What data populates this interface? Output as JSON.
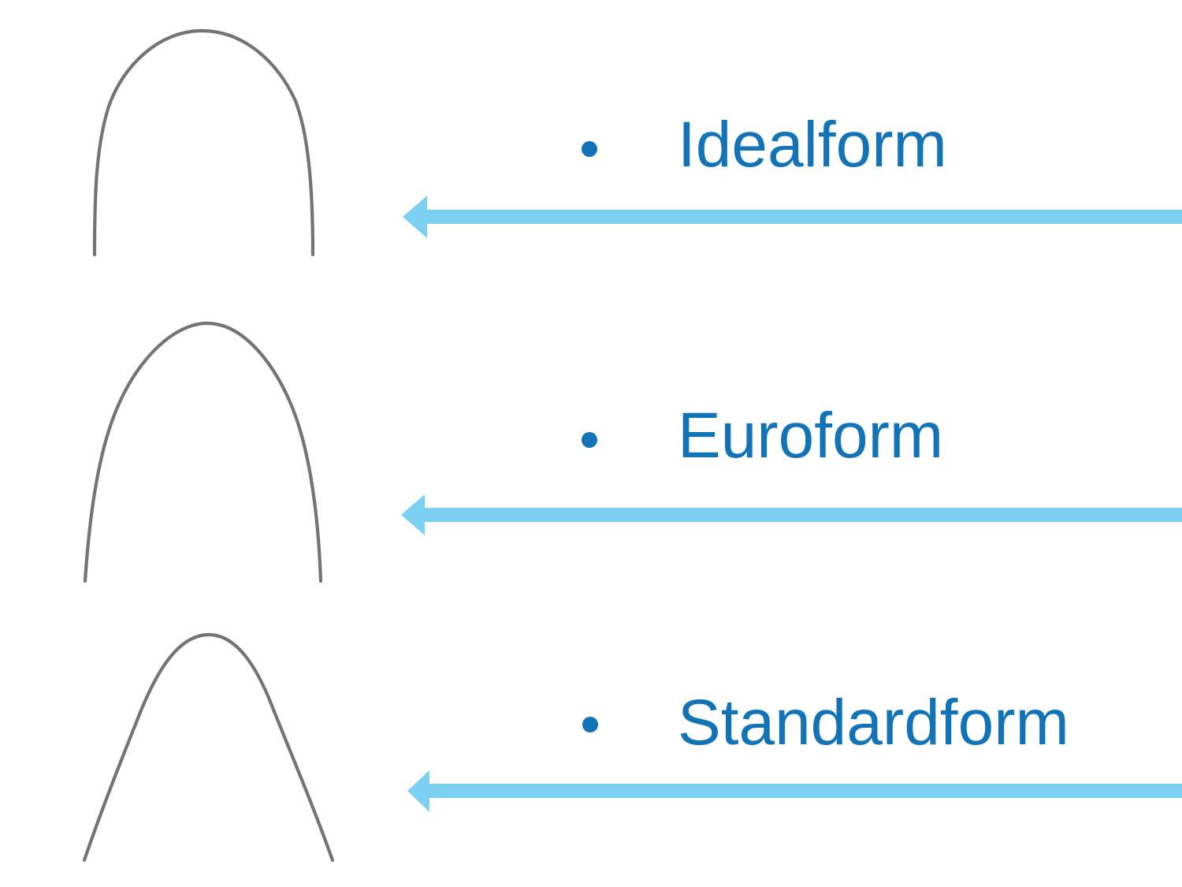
{
  "slide": {
    "background": "#ffffff",
    "items": [
      {
        "bullet": "•",
        "label": "Idealform",
        "arch_icon": "idealform-archwire-icon"
      },
      {
        "bullet": "•",
        "label": "Euroform",
        "arch_icon": "euroform-archwire-icon"
      },
      {
        "bullet": "•",
        "label": "Standardform",
        "arch_icon": "standardform-archwire-icon"
      }
    ],
    "colors": {
      "label_text": "#1273B6",
      "bullet_fill": "#1273B6",
      "arrow_fill": "#7CD0F2",
      "wire_stroke": "#747474"
    }
  }
}
